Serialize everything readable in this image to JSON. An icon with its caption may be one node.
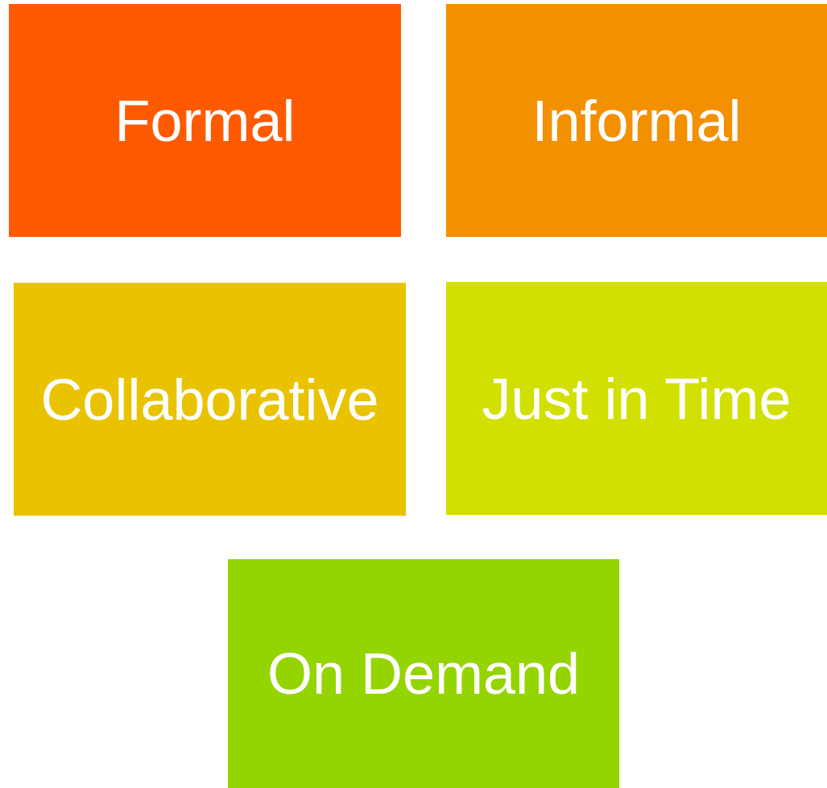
{
  "diagram": {
    "nodes": [
      {
        "text": [
          "Formal"
        ]
      },
      {
        "text": [
          "Informal"
        ]
      },
      {
        "text": [
          "Collaborative"
        ]
      },
      {
        "text": [
          "Just in Time"
        ]
      },
      {
        "text": [
          "On Demand"
        ]
      }
    ]
  }
}
